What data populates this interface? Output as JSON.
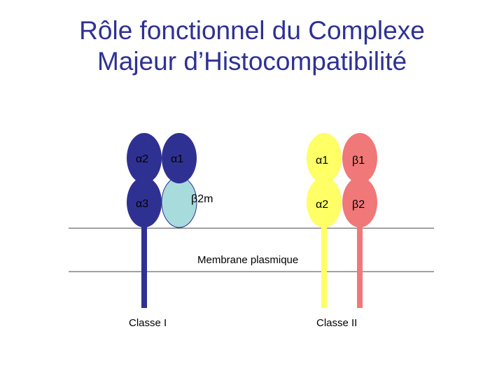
{
  "title_line1": "Rôle fonctionnel du Complexe",
  "title_line2": "Majeur d’Histocompatibilité",
  "class_i": {
    "caption": "Classe I",
    "domains": {
      "alpha2": "α2",
      "alpha1": "α1",
      "alpha3": "α3",
      "beta2m": "β2m"
    },
    "colors": {
      "chain": "#2f3192",
      "beta2m": "#a8dbdb"
    }
  },
  "class_ii": {
    "caption": "Classe II",
    "domains": {
      "alpha1": "α1",
      "beta1": "β1",
      "alpha2": "α2",
      "beta2": "β2"
    },
    "colors": {
      "alpha_chain": "#ffff66",
      "beta_chain": "#f07878"
    }
  },
  "membrane_label": "Membrane plasmique"
}
